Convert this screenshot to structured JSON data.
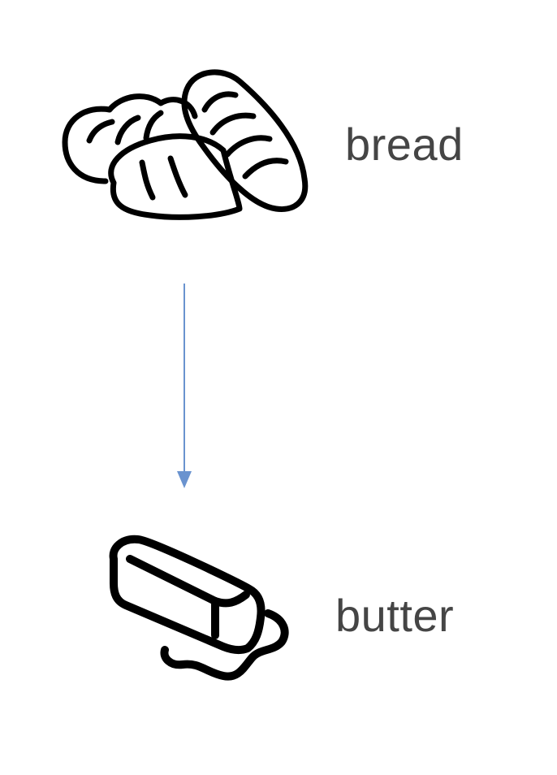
{
  "diagram": {
    "nodes": [
      {
        "id": "bread",
        "label": "bread",
        "icon": "bread-icon"
      },
      {
        "id": "butter",
        "label": "butter",
        "icon": "butter-icon"
      }
    ],
    "edges": [
      {
        "from": "bread",
        "to": "butter",
        "color": "#6a93cf"
      }
    ],
    "colors": {
      "icon_stroke": "#000000",
      "label_text": "#454545",
      "arrow": "#6a93cf"
    }
  }
}
